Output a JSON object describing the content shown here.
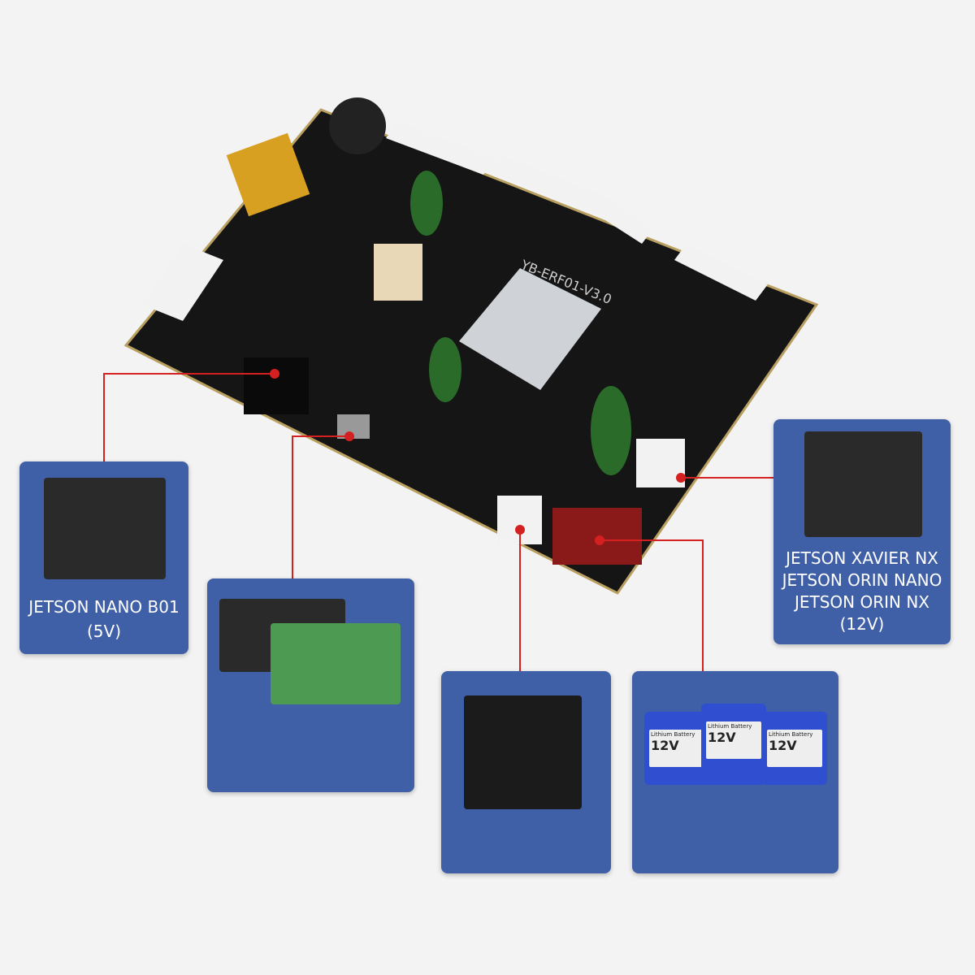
{
  "board": {
    "silkscreen": "YB-ERF01-V3.0"
  },
  "panels": {
    "jetson_nano": {
      "line1": "JETSON NANO B01",
      "line2": "(5V)"
    },
    "jetson_12v": {
      "line1": "JETSON XAVIER NX",
      "line2": "JETSON ORIN NANO",
      "line3": "JETSON ORIN NX",
      "line4": "(12V)"
    },
    "battery": {
      "label": "Lithium Battery",
      "voltage": "12V"
    }
  },
  "colors": {
    "panel": "#3f5fa6",
    "callout_line": "#d42020",
    "board": "#151515"
  }
}
